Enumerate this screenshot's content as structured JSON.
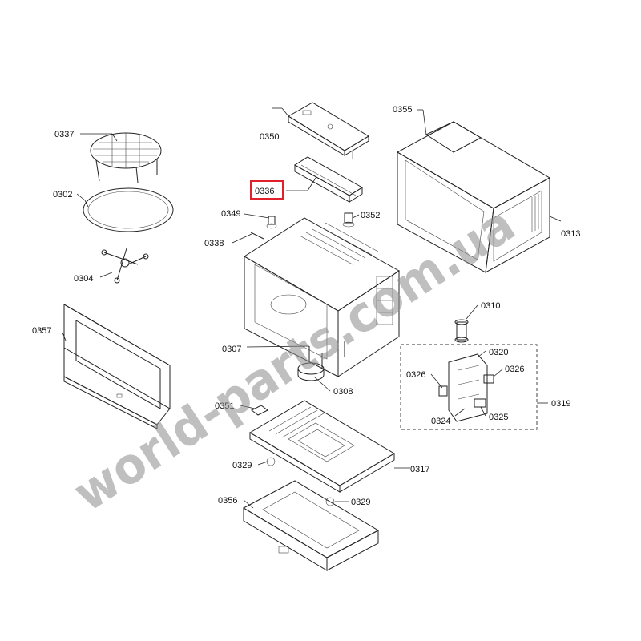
{
  "labels": {
    "p0337": "0337",
    "p0302": "0302",
    "p0304": "0304",
    "p0357": "0357",
    "p0350": "0350",
    "p0336": "0336",
    "p0349": "0349",
    "p0352": "0352",
    "p0338": "0338",
    "p0355": "0355",
    "p0313": "0313",
    "p0310": "0310",
    "p0320": "0320",
    "p0326a": "0326",
    "p0326b": "0326",
    "p0319": "0319",
    "p0324": "0324",
    "p0325": "0325",
    "p0307": "0307",
    "p0308": "0308",
    "p0351": "0351",
    "p0317": "0317",
    "p0329a": "0329",
    "p0329b": "0329",
    "p0356": "0356"
  },
  "highlight_color": "#e0202a",
  "watermark": "world-parts.com.ua"
}
